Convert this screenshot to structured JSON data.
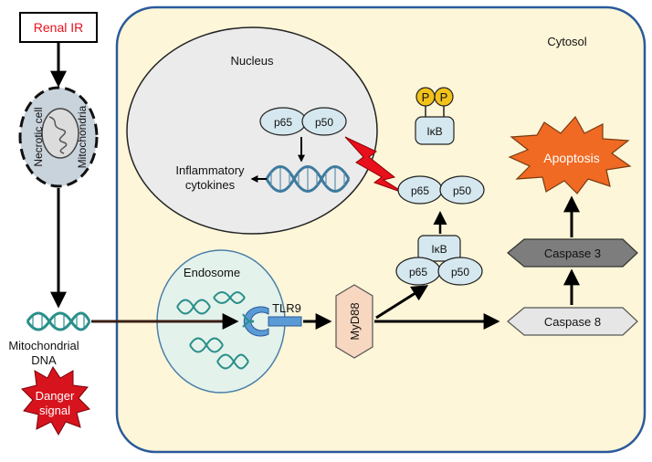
{
  "labels": {
    "renal_ir": "Renal IR",
    "necrotic_cell": "Necrotic cell",
    "mitochondria": "Mitochondria",
    "mito_dna_line1": "Mitochondrial",
    "mito_dna_line2": "DNA",
    "danger_line1": "Danger",
    "danger_line2": "signal",
    "cytosol": "Cytosol",
    "nucleus": "Nucleus",
    "nuc_p65": "p65",
    "nuc_p50": "p50",
    "inflam_line1": "Inflammatory",
    "inflam_line2": "cytokines",
    "p_left": "P",
    "p_right": "P",
    "ikb_top": "IκB",
    "free_p65": "p65",
    "free_p50": "p50",
    "ikb_complex": "IκB",
    "complex_p65": "p65",
    "complex_p50": "p50",
    "endosome": "Endosome",
    "tlr9": "TLR9",
    "myd88": "MyD88",
    "apoptosis": "Apoptosis",
    "caspase3": "Caspase 3",
    "caspase8": "Caspase 8"
  },
  "colors": {
    "renal_ir_text": "#e8101c",
    "cytosol_fill": "#fdf6d8",
    "cytosol_stroke": "#2a5a9a",
    "nucleus_fill": "#ebebeb",
    "protein_fill": "#d6e8ef",
    "phosphate_fill": "#f2c21b",
    "apoptosis_fill": "#f06a23",
    "caspase3_fill": "#7d7d7d",
    "caspase8_fill": "#e6e6e6",
    "myd88_fill": "#f8d7c0",
    "danger_fill": "#d7141e",
    "lightning_fill": "#e8101c",
    "dna_color": "#2a8f8a",
    "tlr9_fill": "#5b9bd5"
  }
}
